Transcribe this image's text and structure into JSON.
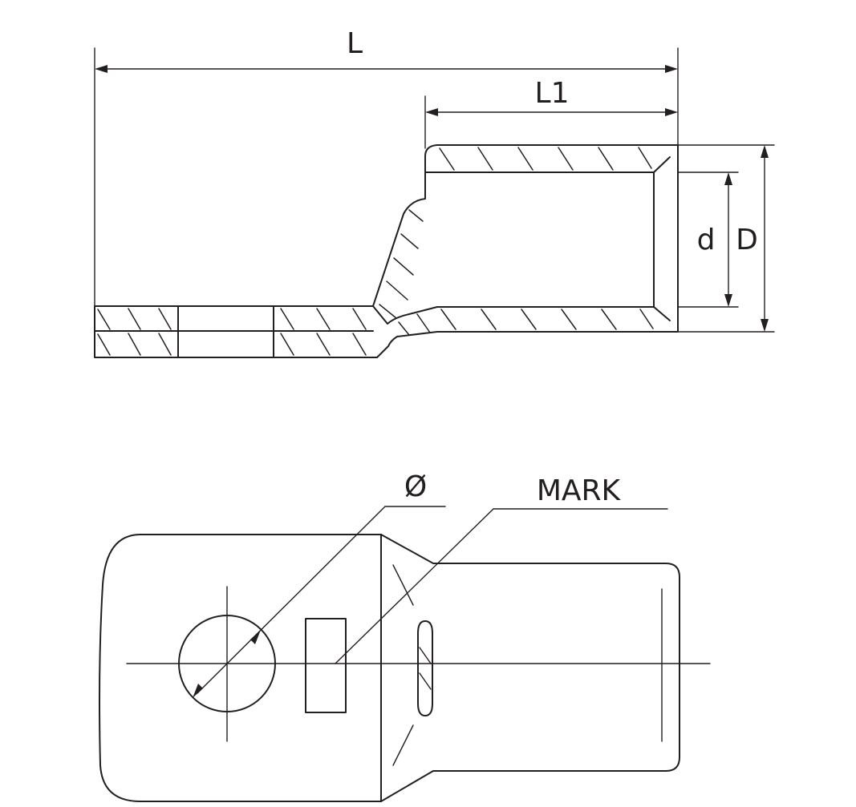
{
  "labels": {
    "length_total": "L",
    "length_barrel": "L1",
    "inner_diameter": "d",
    "outer_diameter": "D",
    "hole_diameter": "Ø",
    "mark": "MARK"
  },
  "colors": {
    "line": "#231f20",
    "background": "#ffffff"
  }
}
